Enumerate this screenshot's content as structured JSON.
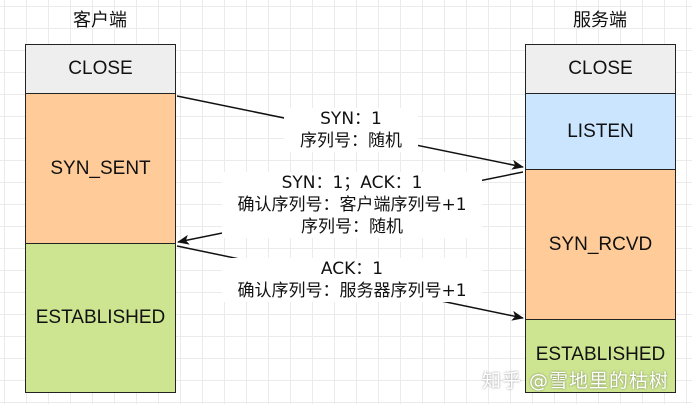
{
  "client": {
    "title": "客户端",
    "states": [
      {
        "label": "CLOSE",
        "color": "#eeeeee"
      },
      {
        "label": "SYN_SENT",
        "color": "#ffcc99"
      },
      {
        "label": "ESTABLISHED",
        "color": "#cde591"
      }
    ]
  },
  "server": {
    "title": "服务端",
    "states": [
      {
        "label": "CLOSE",
        "color": "#eeeeee"
      },
      {
        "label": "LISTEN",
        "color": "#cce5ff"
      },
      {
        "label": "SYN_RCVD",
        "color": "#ffcc99"
      },
      {
        "label": "ESTABLISHED",
        "color": "#cde591"
      }
    ]
  },
  "messages": [
    {
      "direction": "client-to-server",
      "lines": [
        "SYN：1",
        "序列号：随机"
      ]
    },
    {
      "direction": "server-to-client",
      "lines": [
        "SYN：1；ACK：1",
        "确认序列号：客户端序列号+1",
        "序列号：随机"
      ]
    },
    {
      "direction": "client-to-server",
      "lines": [
        "ACK：1",
        "确认序列号：服务器序列号+1"
      ]
    }
  ],
  "watermark": "知乎 @雪地里的枯树"
}
